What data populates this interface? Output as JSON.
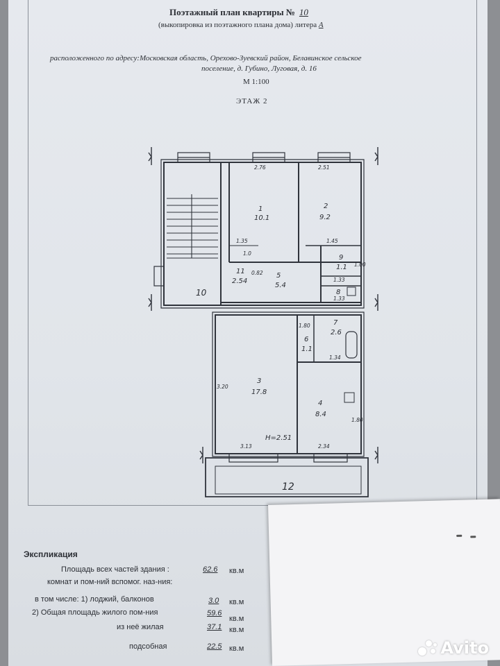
{
  "header": {
    "title_prefix": "Поэтажный план квартиры №",
    "apartment_no": "10",
    "subtitle_prefix": "(выкопировка из поэтажного плана дома) литера",
    "litera": "А",
    "address_line1": "расположенного по адресу:Московская область, Орехово-Зуевский район, Белавинское сельское",
    "address_line2": "поселение, д. Губино, Луговая, д. 16",
    "scale": "М 1:100",
    "floor": "ЭТАЖ  2"
  },
  "plan": {
    "rooms": [
      {
        "no": "1",
        "area": "10.1"
      },
      {
        "no": "2",
        "area": "9.2"
      },
      {
        "no": "3",
        "area": "17.8"
      },
      {
        "no": "4",
        "area": "8.4"
      },
      {
        "no": "5",
        "area": "5.4"
      },
      {
        "no": "6",
        "area": "1.1"
      },
      {
        "no": "7",
        "area": "2.6"
      },
      {
        "no": "8",
        "area": ""
      },
      {
        "no": "9",
        "area": "1.1"
      },
      {
        "no": "11",
        "area": "2.54"
      }
    ],
    "labels": {
      "stair": "10",
      "balcony": "12",
      "height": "H=2.51"
    },
    "dims": [
      "2.76",
      "2.51",
      "1.35",
      "1.0",
      "1.45",
      "1.33",
      "1.33",
      "3.13",
      "2.34",
      "0.82",
      "1.80",
      "1.34",
      "3.20",
      "1.80",
      "1.00"
    ]
  },
  "explication": {
    "heading": "Экспликация",
    "rows": [
      {
        "label": "Площадь всех частей здания :",
        "value": "62.6",
        "unit": "кв.м"
      },
      {
        "label": "комнат и пом-ний вспомог. наз-ния:",
        "value": "",
        "unit": ""
      },
      {
        "label": "в том числе: 1) лоджий, балконов",
        "value": "3.0",
        "unit": "кв.м"
      },
      {
        "label": "2) Общая площадь жилого пом-ния",
        "value": "59.6",
        "unit": "кв.м"
      },
      {
        "label": "из неё жилая",
        "value": "37.1",
        "unit": "кв.м"
      },
      {
        "label": "подсобная",
        "value": "22.5",
        "unit": "кв.м"
      }
    ]
  },
  "watermark": "Avito"
}
